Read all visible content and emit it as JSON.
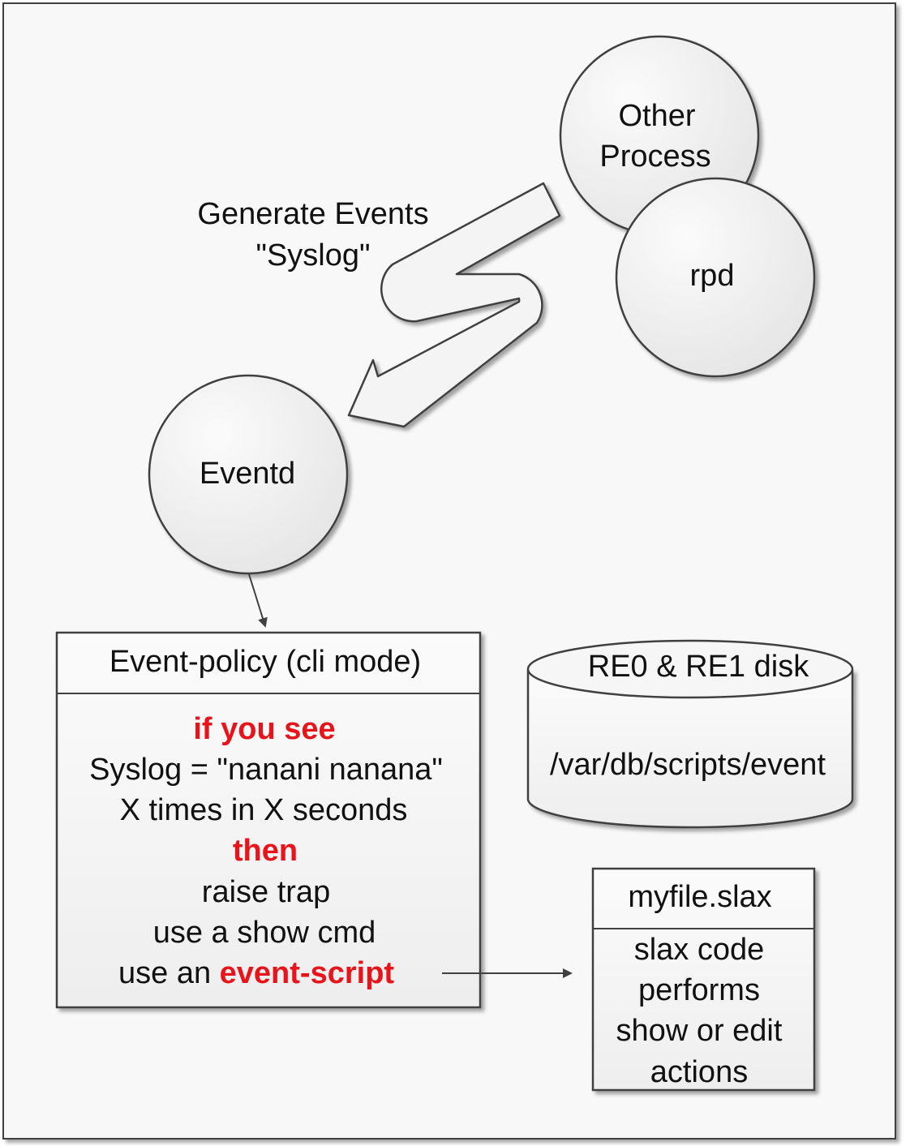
{
  "nodes": {
    "other_process": {
      "line1": "Other",
      "line2": "Process"
    },
    "rpd": {
      "label": "rpd"
    },
    "eventd": {
      "label": "Eventd"
    }
  },
  "flow_label": {
    "line1": "Generate Events",
    "line2": "\"Syslog\""
  },
  "event_policy": {
    "title": "Event-policy (cli mode)",
    "lines": [
      {
        "text": "if you see",
        "emphasis": true
      },
      {
        "text": "Syslog = \"nanani nanana\"",
        "emphasis": false
      },
      {
        "text": "X times in X seconds",
        "emphasis": false
      },
      {
        "text": "then",
        "emphasis": true
      },
      {
        "text": "raise trap",
        "emphasis": false
      },
      {
        "text": "use a show cmd",
        "emphasis": false
      }
    ],
    "last_line_prefix": "use an ",
    "last_line_emphasis": "event-script"
  },
  "disk": {
    "title": "RE0 & RE1 disk",
    "path": "/var/db/scripts/event"
  },
  "slax": {
    "title": "myfile.slax",
    "lines": [
      "slax code",
      "performs",
      "show or edit",
      "actions"
    ]
  },
  "colors": {
    "emphasis": "#e8141b",
    "shape_fill": "#f2f2f2",
    "stroke": "#404040",
    "background": "#f8f8f8"
  }
}
